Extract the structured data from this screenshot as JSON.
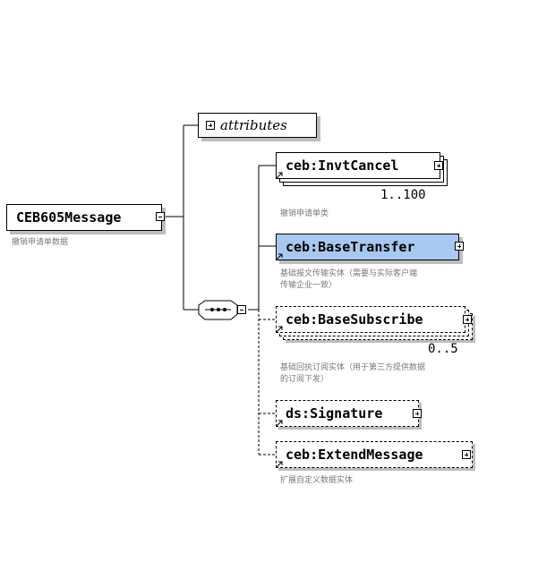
{
  "root": {
    "name": "CEB605Message",
    "doc": "撤销申请单数据"
  },
  "attributes": {
    "label": "attributes"
  },
  "children": [
    {
      "name": "ceb:InvtCancel",
      "cardinality": "1..100",
      "doc": [
        "撤销申请单类"
      ]
    },
    {
      "name": "ceb:BaseTransfer",
      "cardinality": "",
      "doc": [
        "基础报文传输实体（需要与实际客户端",
        "传输企业一致）"
      ]
    },
    {
      "name": "ceb:BaseSubscribe",
      "cardinality": "0..5",
      "doc": [
        "基础回执订阅实体（用于第三方提供数据",
        "的订阅下发）"
      ]
    },
    {
      "name": "ds:Signature",
      "cardinality": "",
      "doc": []
    },
    {
      "name": "ceb:ExtendMessage",
      "cardinality": "",
      "doc": [
        "扩展自定义数据实体"
      ]
    }
  ],
  "colors": {
    "highlight": "#a8c8f0",
    "doc_text": "#7a7a7a",
    "shadow": "#bdbdbd"
  }
}
